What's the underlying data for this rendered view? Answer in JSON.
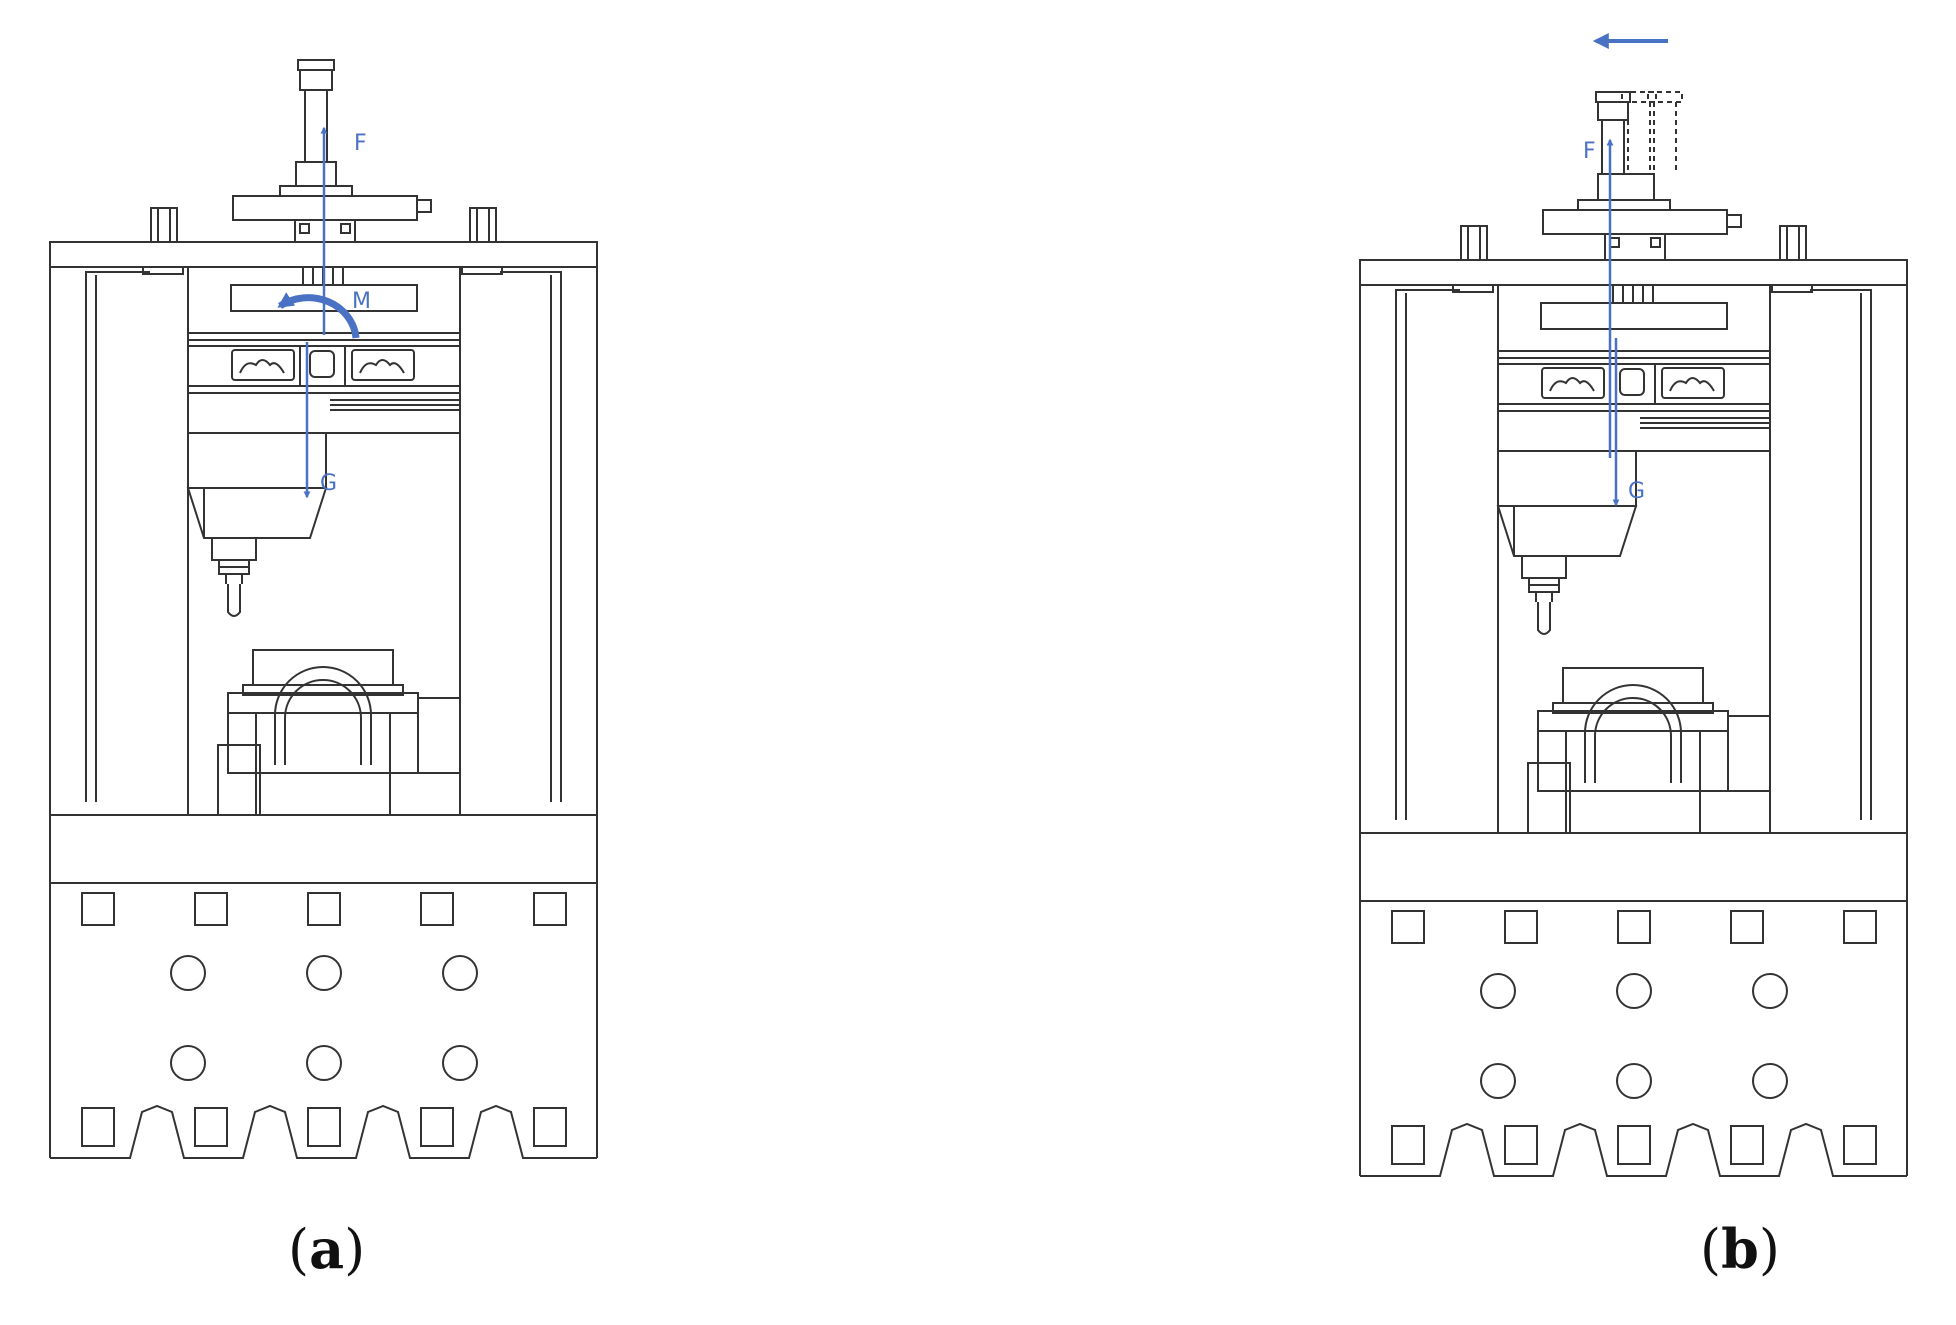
{
  "colors": {
    "line": "#333333",
    "arrow": "#4a72c4",
    "background": "#ffffff"
  },
  "panels": [
    {
      "id": "a",
      "caption": {
        "open": "(",
        "letter": "a",
        "close": ")"
      },
      "labels": {
        "force": "F",
        "moment": "M",
        "gravity": "G"
      }
    },
    {
      "id": "b",
      "caption": {
        "open": "(",
        "letter": "b",
        "close": ")"
      },
      "labels": {
        "force": "F",
        "gravity": "G"
      }
    }
  ]
}
